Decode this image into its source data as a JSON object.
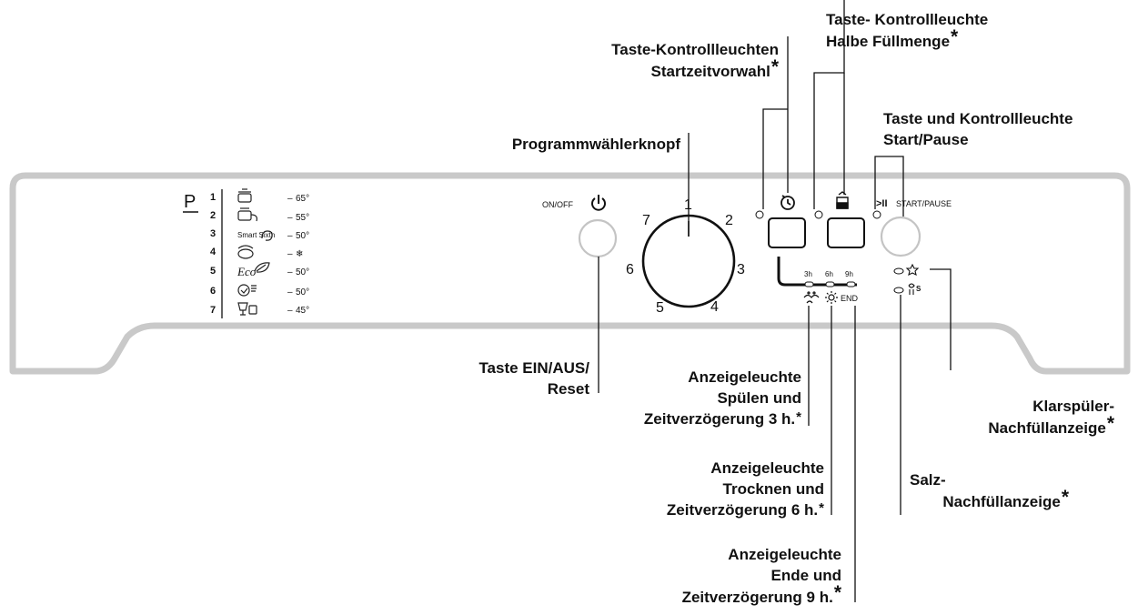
{
  "colors": {
    "panel_outline": "#c9c9c9",
    "ink": "#111111",
    "led": "#d0d0d0"
  },
  "panel": {
    "program_marker": "P",
    "programs": [
      {
        "number": "1",
        "icon": "pot-icon",
        "temp": "65°"
      },
      {
        "number": "2",
        "icon": "pot-and-cup-icon",
        "temp": "55°"
      },
      {
        "number": "3",
        "icon": "smart-sixth-sense-icon",
        "icon_text": "Smart Sixth",
        "temp": "50°"
      },
      {
        "number": "4",
        "icon": "soak-icon",
        "temp": "❄"
      },
      {
        "number": "5",
        "icon": "eco-leaf-icon",
        "icon_text": "Eco",
        "temp": "50°"
      },
      {
        "number": "6",
        "icon": "quick-wash-icon",
        "temp": "50°"
      },
      {
        "number": "7",
        "icon": "glass-cup-icon",
        "temp": "45°"
      }
    ],
    "onoff_label": "ON/OFF",
    "onoff_icon": "power-icon",
    "dial_numbers": [
      "1",
      "2",
      "3",
      "4",
      "5",
      "6",
      "7"
    ],
    "delay_icon": "clock-icon",
    "half_load_icon": "half-load-icon",
    "start_icon_text": ">II",
    "start_label": "START/PAUSE",
    "delay_hours": [
      "3h",
      "6h",
      "9h"
    ],
    "end_label": "END",
    "rinse_icon": "rinse-icon",
    "dry_icon": "dry-sun-icon",
    "rinse_aid_icon": "rinse-aid-star-icon",
    "salt_icon": "salt-icon",
    "salt_letter": "S"
  },
  "callouts": {
    "delay_buttons": {
      "lines": [
        "Taste-Kontrollleuchten",
        "Startzeitvorwahl"
      ],
      "star": "*"
    },
    "half_load": {
      "lines": [
        "Taste- Kontrollleuchte",
        "Halbe Füllmenge"
      ],
      "star": "*"
    },
    "start_pause": {
      "lines": [
        "Taste und Kontrollleuchte",
        "Start/Pause"
      ],
      "star": ""
    },
    "program_knob": {
      "lines": [
        "Programmwählerknopf"
      ],
      "star": ""
    },
    "onoff_reset": {
      "lines": [
        "Taste EIN/AUS/",
        "Reset"
      ],
      "star": ""
    },
    "rinse_delay3": {
      "lines": [
        "Anzeigeleuchte",
        "Spülen und",
        "Zeitverzögerung 3 h."
      ],
      "star": "*"
    },
    "dry_delay6": {
      "lines": [
        "Anzeigeleuchte",
        "Trocknen und",
        "Zeitverzögerung 6 h."
      ],
      "star": "*"
    },
    "end_delay9": {
      "lines": [
        "Anzeigeleuchte",
        "Ende und",
        "Zeitverzögerung 9 h."
      ],
      "star": "*"
    },
    "rinse_aid_refill": {
      "lines": [
        "Klarspüler-",
        "Nachfüllanzeige"
      ],
      "star": "*"
    },
    "salt_refill": {
      "lines": [
        "Salz-",
        "Nachfüllanzeige"
      ],
      "star": "*"
    }
  }
}
